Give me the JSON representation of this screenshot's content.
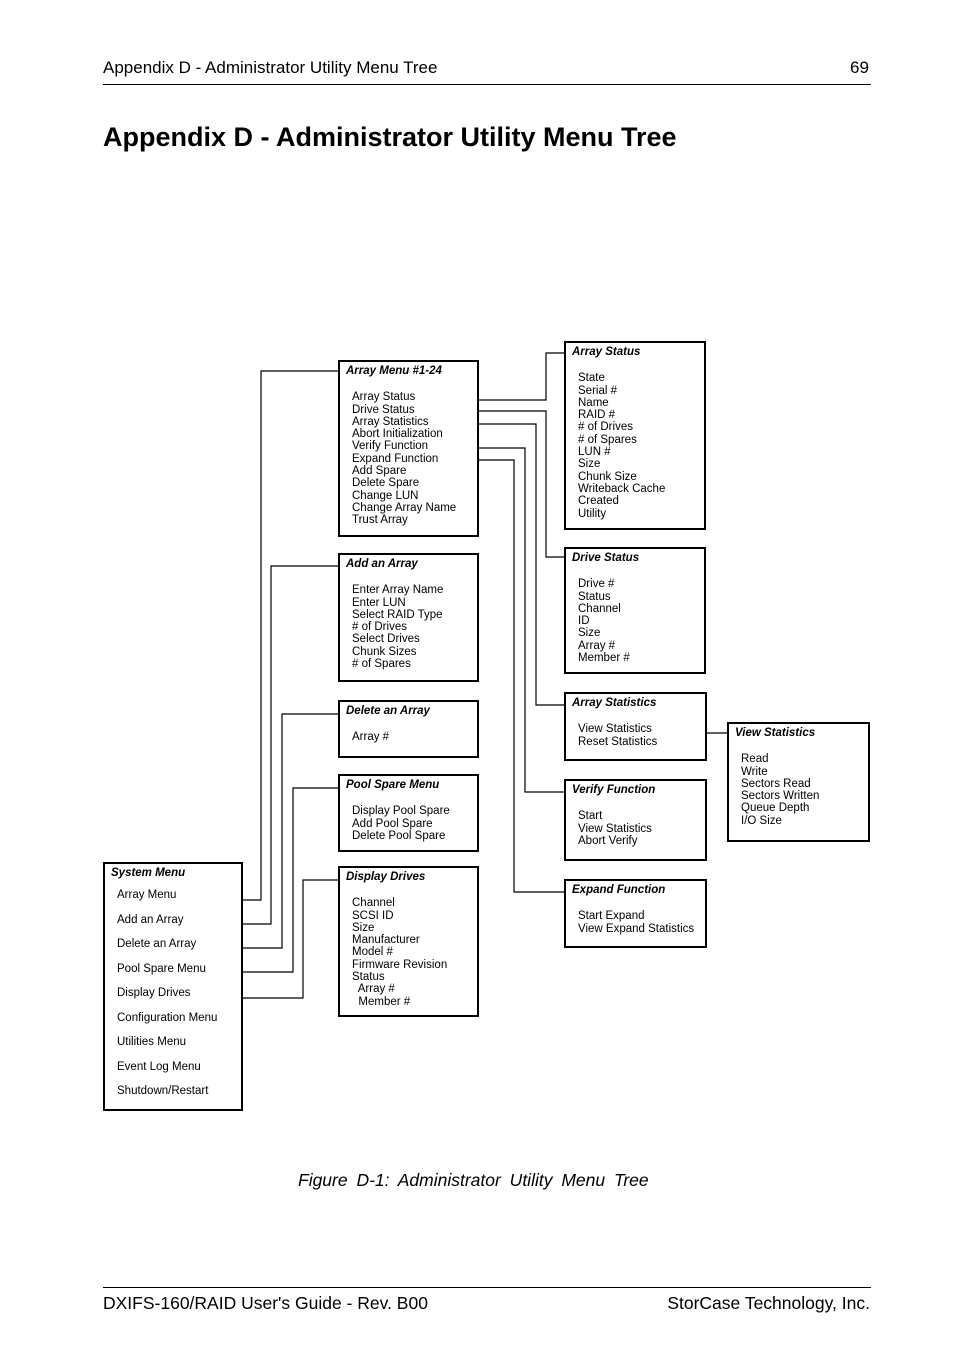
{
  "header": {
    "title": "Appendix D - Administrator Utility Menu Tree",
    "page": "69"
  },
  "heading": "Appendix D - Administrator Utility Menu Tree",
  "boxes": {
    "system": {
      "title": "System Menu",
      "items": [
        "Array Menu",
        "Add an Array",
        "Delete an Array",
        "Pool Spare Menu",
        "Display Drives",
        "Configuration Menu",
        "Utilities Menu",
        "Event Log Menu",
        "Shutdown/Restart"
      ]
    },
    "array_menu": {
      "title": "Array Menu #1-24",
      "items": [
        "Array Status",
        "Drive Status",
        "Array Statistics",
        "Abort Initialization",
        "Verify Function",
        "Expand Function",
        "Add Spare",
        "Delete Spare",
        "Change LUN",
        "Change Array Name",
        "Trust Array"
      ]
    },
    "add_array": {
      "title": "Add an Array",
      "items": [
        "Enter Array Name",
        "Enter LUN",
        "Select RAID Type",
        "# of Drives",
        "Select Drives",
        "Chunk Sizes",
        "# of Spares"
      ]
    },
    "delete_array": {
      "title": "Delete an Array",
      "items": [
        "Array #"
      ]
    },
    "pool_spare": {
      "title": "Pool Spare Menu",
      "items": [
        "Display Pool Spare",
        "Add Pool Spare",
        "Delete Pool Spare"
      ]
    },
    "display_drives": {
      "title": "Display Drives",
      "items": [
        "Channel",
        "SCSI ID",
        "Size",
        "Manufacturer",
        "Model #",
        "Firmware Revision",
        "Status",
        "  Array #",
        "  Member #"
      ]
    },
    "array_status": {
      "title": "Array Status",
      "items": [
        "State",
        "Serial #",
        "Name",
        "RAID #",
        "# of Drives",
        "# of Spares",
        "LUN #",
        "Size",
        "Chunk Size",
        "Writeback Cache",
        "Created",
        "Utility"
      ]
    },
    "drive_status": {
      "title": "Drive Status",
      "items": [
        "Drive #",
        "Status",
        "Channel",
        "ID",
        "Size",
        "Array #",
        "Member #"
      ]
    },
    "array_statistics": {
      "title": "Array Statistics",
      "items": [
        "View Statistics",
        "Reset Statistics"
      ]
    },
    "view_statistics": {
      "title": "View Statistics",
      "items": [
        "Read",
        "Write",
        "Sectors Read",
        "Sectors Written",
        "Queue Depth",
        "I/O Size"
      ]
    },
    "verify_function": {
      "title": "Verify Function",
      "items": [
        "Start",
        "View Statistics",
        "Abort Verify"
      ]
    },
    "expand_function": {
      "title": "Expand Function",
      "items": [
        "Start Expand",
        "View Expand Statistics"
      ]
    }
  },
  "caption": "Figure D-1:  Administrator Utility Menu Tree",
  "footer": {
    "left": "DXIFS-160/RAID User's Guide - Rev. B00",
    "right": "StorCase Technology, Inc."
  }
}
